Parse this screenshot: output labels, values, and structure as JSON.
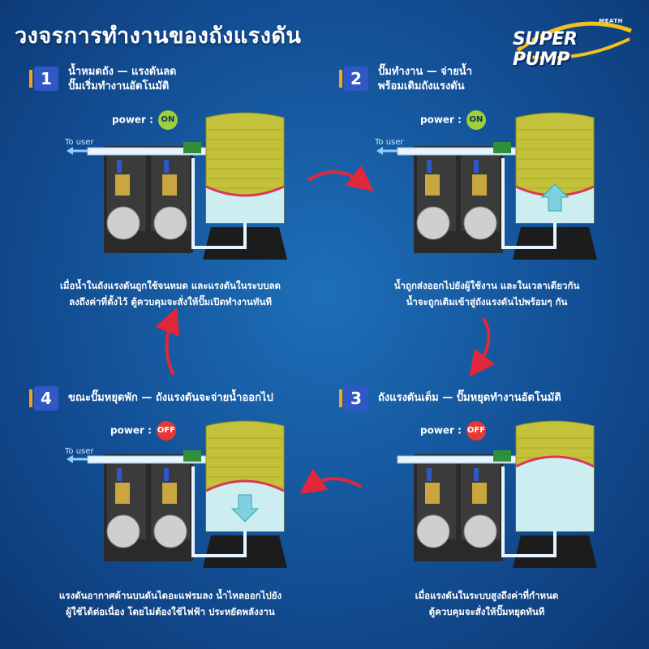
{
  "title": "วงจรการทำงานของถังแรงดัน",
  "logo": {
    "brand": "SUPER PUMP",
    "maker": "MEATH"
  },
  "colors": {
    "background": "#134f95",
    "tank": "#c4c23a",
    "water": "#cdeef0",
    "membrane": "#d83a55",
    "arrow": "#e0283a",
    "on": "#9ccf3a",
    "off": "#e53935"
  },
  "steps": [
    {
      "number": "1",
      "title_line1": "น้ำหมดถัง — แรงดันลด",
      "title_line2": "ปั๊มเริ่มทำงานอัตโนมัติ",
      "power_label": "power :",
      "power_state": "ON",
      "to_user": "To user",
      "desc_line1": "เมื่อน้ำในถังแรงดันถูกใช้จนหมด และแรงดันในระบบลด",
      "desc_line2": "ลงถึงค่าที่ตั้งไว้ ตู้ควบคุมจะสั่งให้ปั๊มเปิดทำงานทันที"
    },
    {
      "number": "2",
      "title_line1": "ปั๊มทำงาน — จ่ายน้ำ",
      "title_line2": "พร้อมเติมถังแรงดัน",
      "power_label": "power :",
      "power_state": "ON",
      "to_user": "To user",
      "desc_line1": "น้ำถูกส่งออกไปยังผู้ใช้งาน และในเวลาเดียวกัน",
      "desc_line2": "น้ำจะถูกเติมเข้าสู่ถังแรงดันไปพร้อมๆ กัน"
    },
    {
      "number": "3",
      "title_line1": "ถังแรงดันเต็ม — ปั๊มหยุดทำงานอัตโนมัติ",
      "title_line2": "",
      "power_label": "power :",
      "power_state": "OFF",
      "to_user": "",
      "desc_line1": "เมื่อแรงดันในระบบสูงถึงค่าที่กำหนด",
      "desc_line2": "ตู้ควบคุมจะสั่งให้ปั๊มหยุดทันที"
    },
    {
      "number": "4",
      "title_line1": "ขณะปั๊มหยุดพัก — ถังแรงดันจะจ่ายน้ำออกไป",
      "title_line2": "",
      "power_label": "power :",
      "power_state": "OFF",
      "to_user": "To user",
      "desc_line1": "แรงดันอากาศด้านบนดันไดอะแฟรมลง น้ำไหลออกไปยัง",
      "desc_line2": "ผู้ใช้ได้ต่อเนื่อง โดยไม่ต้องใช้ไฟฟ้า ประหยัดพลังงาน"
    }
  ]
}
